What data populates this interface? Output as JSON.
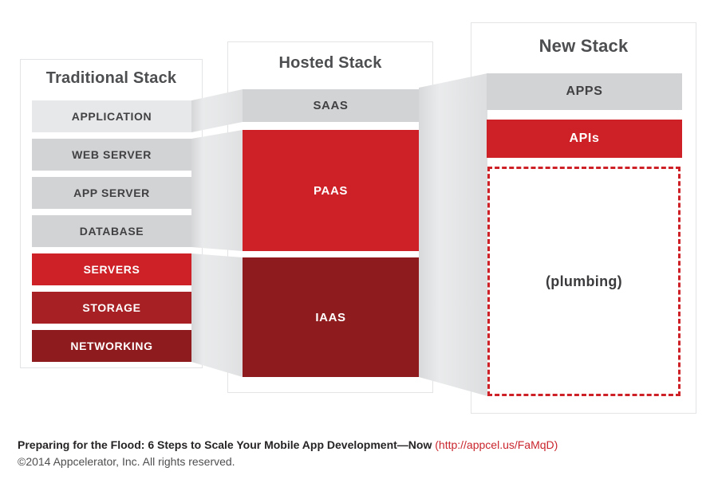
{
  "diagram": {
    "traditional": {
      "title": "Traditional Stack",
      "rows": [
        {
          "label": "APPLICATION",
          "color": "#E7E8E9",
          "text": "#414042"
        },
        {
          "label": "WEB SERVER",
          "color": "#D2D3D5",
          "text": "#414042"
        },
        {
          "label": "APP SERVER",
          "color": "#D2D3D5",
          "text": "#414042"
        },
        {
          "label": "DATABASE",
          "color": "#D2D3D5",
          "text": "#414042"
        },
        {
          "label": "SERVERS",
          "color": "#CE2127",
          "text": "#FFFFFF"
        },
        {
          "label": "STORAGE",
          "color": "#A62024",
          "text": "#FFFFFF"
        },
        {
          "label": "NETWORKING",
          "color": "#8E1B1E",
          "text": "#FFFFFF"
        }
      ]
    },
    "hosted": {
      "title": "Hosted Stack",
      "rows": [
        {
          "label": "SAAS",
          "color": "#D2D3D5",
          "text": "#414042"
        },
        {
          "label": "PAAS",
          "color": "#CE2127",
          "text": "#FFFFFF"
        },
        {
          "label": "IAAS",
          "color": "#8E1B1E",
          "text": "#FFFFFF"
        }
      ]
    },
    "new_stack": {
      "title": "New Stack",
      "rows": [
        {
          "label": "APPS",
          "color": "#D2D3D5",
          "text": "#414042"
        },
        {
          "label": "APIs",
          "color": "#CE2127",
          "text": "#FFFFFF"
        }
      ],
      "plumbing": {
        "label": "(plumbing)",
        "border_color": "#CE2127"
      }
    },
    "connector_color_start": "#D5D6D7",
    "connector_color_mid": "#E9EAEB",
    "connector_color_end": "#DFE0E1"
  },
  "footer": {
    "headline": "Preparing for the Flood: 6 Steps to Scale Your Mobile App Development—Now",
    "link": "(http://appcel.us/FaMqD)",
    "link_color": "#C9252C",
    "copyright": "©2014 Appcelerator, Inc. All rights reserved."
  }
}
